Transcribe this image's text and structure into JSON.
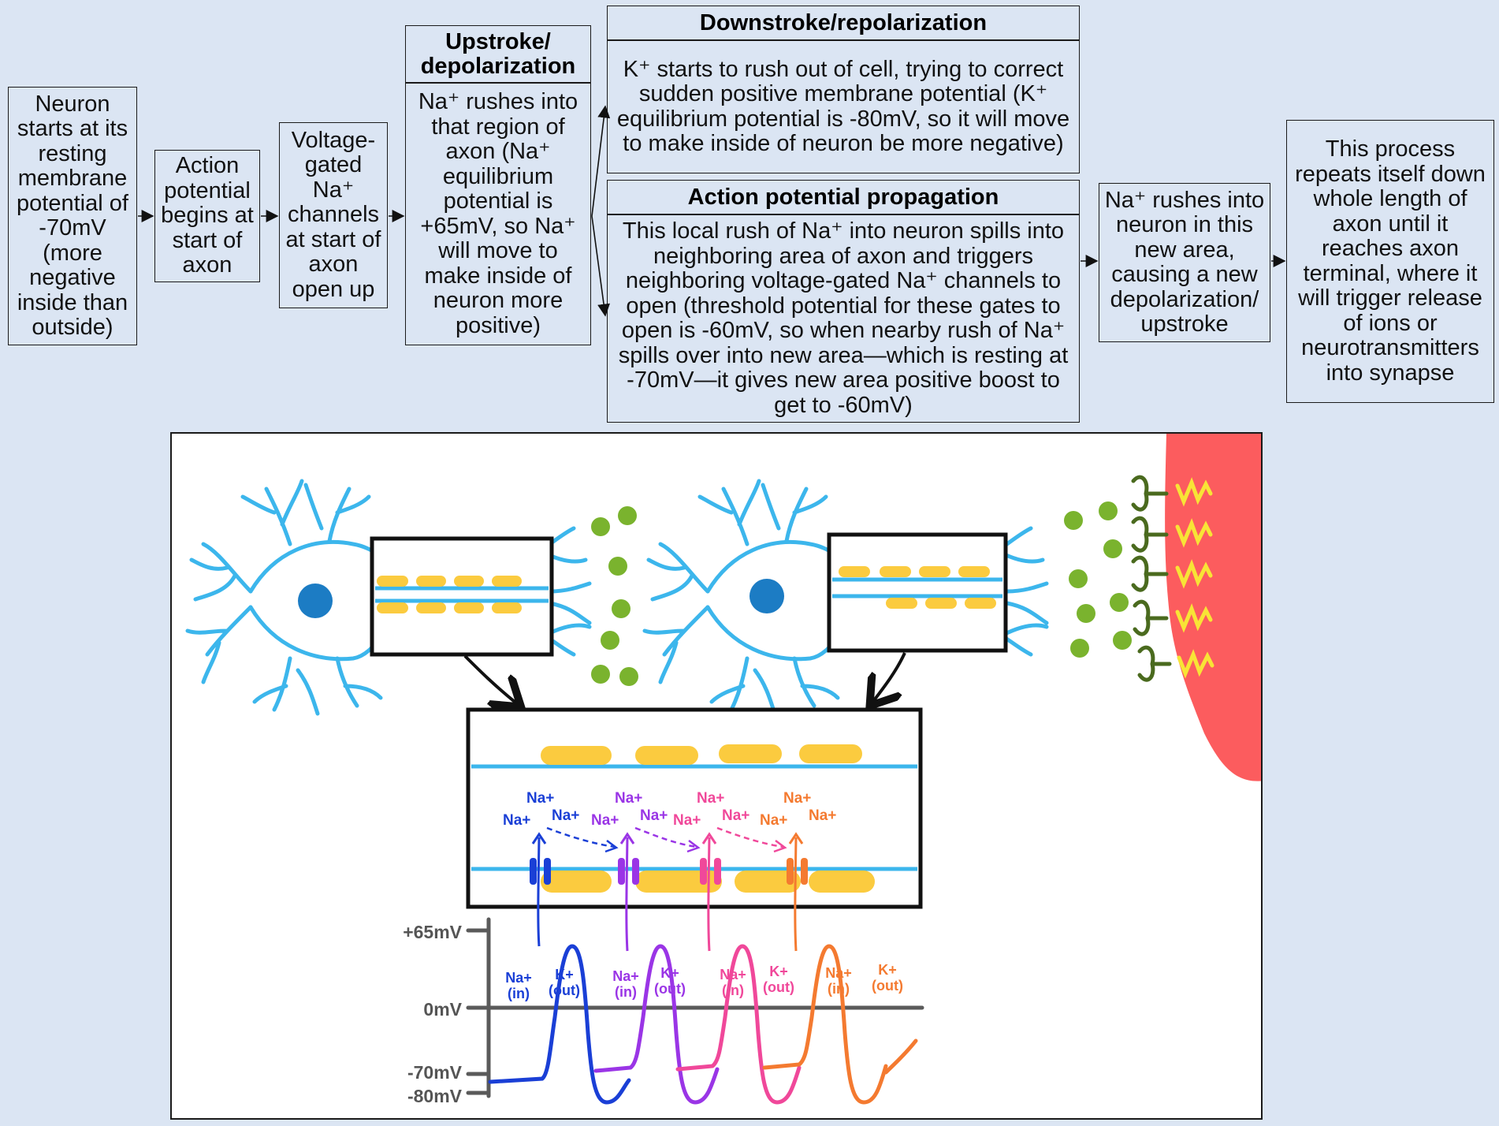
{
  "steps": {
    "resting": "Neuron starts at its resting membrane potential of -70mV (more negative inside than outside)",
    "ap_begins": "Action potential begins at start of axon",
    "channels_open": "Voltage-gated Na⁺ channels at start of axon open up",
    "upstroke_title": "Upstroke/ depolarization",
    "upstroke_body": "Na⁺ rushes into that region of axon (Na⁺ equilibrium potential is +65mV, so Na⁺ will move to make inside of neuron more positive)",
    "downstroke_title": "Downstroke/repolarization",
    "downstroke_body": "K⁺ starts to rush out of cell, trying to correct sudden positive membrane potential (K⁺ equilibrium potential is -80mV, so it will move to make inside of neuron be more negative)",
    "propagation_title": "Action potential propagation",
    "propagation_body": "This local rush of Na⁺ into neuron spills into neighboring area of axon and triggers neighboring voltage-gated Na⁺ channels to open (threshold potential for these gates to open is -60mV, so when nearby rush of Na⁺ spills over into new area—which is resting at -70mV—it gives new area positive boost to get to -60mV)",
    "new_area": "Na⁺ rushes into neuron in this new area, causing a new depolarization/ upstroke",
    "repeats": "This process repeats itself down whole length of axon until it reaches axon terminal, where it will trigger release of ions or neurotransmitters into synapse"
  },
  "graph": {
    "y_labels": [
      "+65mV",
      "0mV",
      "-70mV",
      "-80mV"
    ],
    "ion_labels": [
      {
        "line1": "Na+",
        "line2": "(in)",
        "color": "#1a3fd6"
      },
      {
        "line1": "K+",
        "line2": "(out)",
        "color": "#1a3fd6"
      },
      {
        "line1": "Na+",
        "line2": "(in)",
        "color": "#9a35e6"
      },
      {
        "line1": "K+",
        "line2": "(out)",
        "color": "#9a35e6"
      },
      {
        "line1": "Na+",
        "line2": "(in)",
        "color": "#f0489a"
      },
      {
        "line1": "K+",
        "line2": "(out)",
        "color": "#f0489a"
      },
      {
        "line1": "Na+",
        "line2": "(in)",
        "color": "#f47a30"
      },
      {
        "line1": "K+",
        "line2": "(out)",
        "color": "#f47a30"
      }
    ]
  },
  "zoom": {
    "na_label": "Na+",
    "channel_colors": [
      "#1a3fd6",
      "#9a35e6",
      "#f0489a",
      "#f47a30"
    ]
  },
  "colors": {
    "background": "#dbe5f3",
    "neuron": "#3cb6ec",
    "myelin": "#fbcb3f",
    "nucleus": "#1c7cc4",
    "neurotransmitter": "#7ab32e",
    "receptor": "#4a6a1e",
    "target_cell": "#fc5c5e",
    "signal": "#f8e436"
  }
}
